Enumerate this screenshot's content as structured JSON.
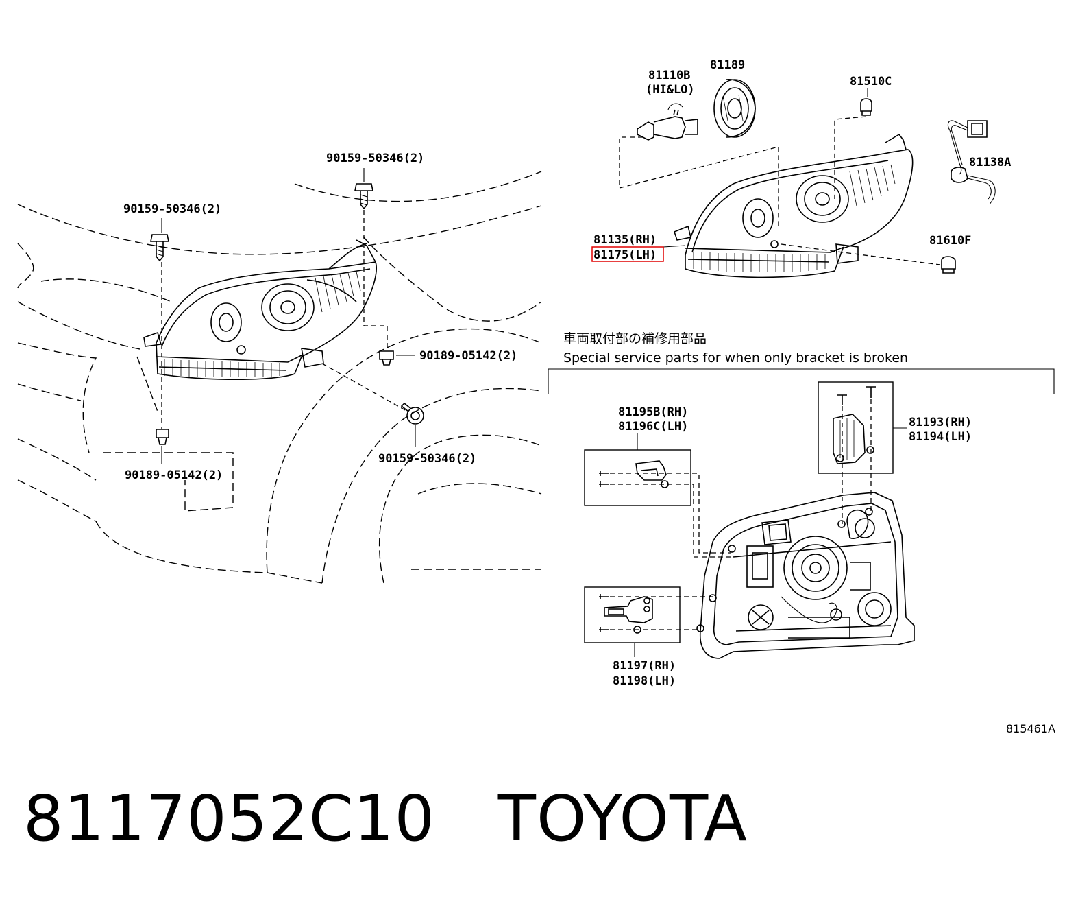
{
  "labels": {
    "bolt_upper_center": "90159-50346(2)",
    "bolt_upper_left": "90159-50346(2)",
    "clip_right": "90189-05142(2)",
    "clip_lower_left": "90189-05142(2)",
    "bolt_lower_right": "90159-50346(2)",
    "bulb": "81110B",
    "bulb_type": "(HI&LO)",
    "cover": "81189",
    "side_bulb": "81510C",
    "socket_wire": "81138A",
    "unit_rh": "81135(RH)",
    "unit_lh": "81175(LH)",
    "marker_bulb": "81610F",
    "bracket_a_rh": "81195B(RH)",
    "bracket_a_lh": "81196C(LH)",
    "bracket_b_rh": "81193(RH)",
    "bracket_b_lh": "81194(LH)",
    "bracket_c_rh": "81197(RH)",
    "bracket_c_lh": "81198(LH)",
    "figure_code": "815461A"
  },
  "service_note": {
    "japanese": "車両取付部の補修用部品",
    "english": "Special service parts for when only bracket is broken"
  },
  "highlight_color": "#e00000",
  "part": {
    "number": "8117052C10",
    "brand": "TOYOTA"
  }
}
